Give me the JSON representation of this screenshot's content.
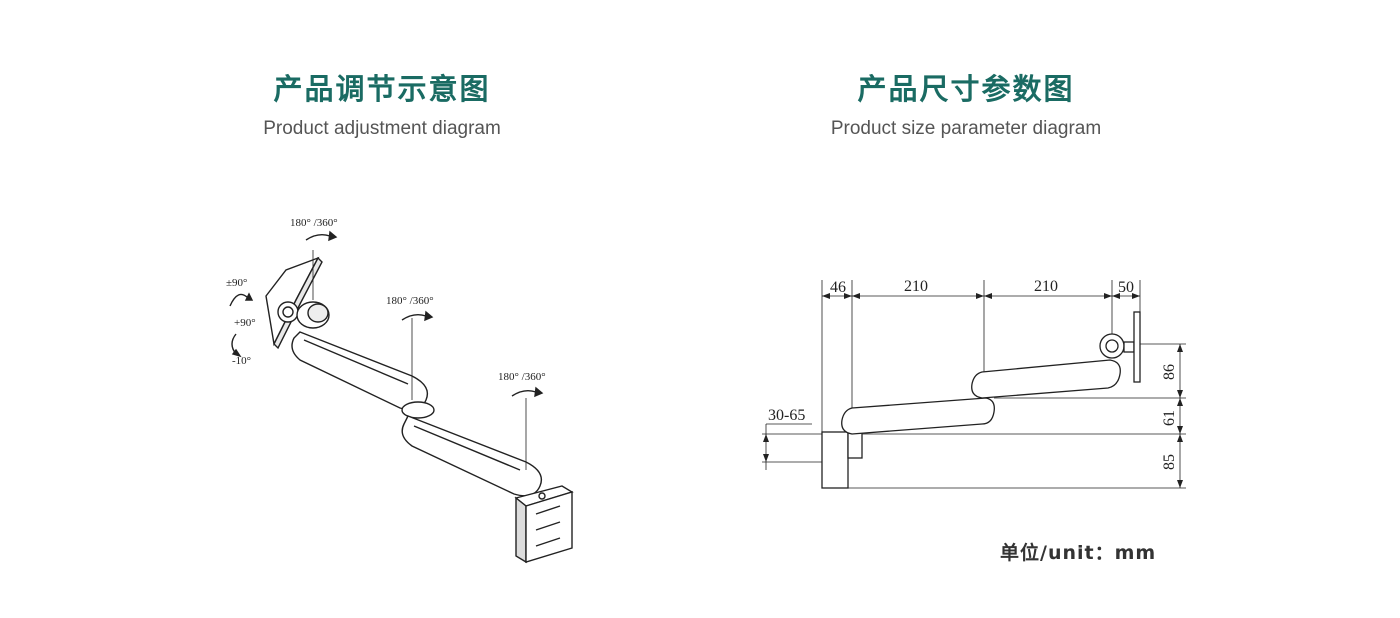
{
  "left_panel": {
    "title": "产品调节示意图",
    "subtitle": "Product adjustment diagram",
    "annotations": {
      "head_rotation": "180° /360°",
      "tilt": "±90°",
      "tilt_up": "+90°",
      "tilt_down": "-10°",
      "mid_joint_rotation": "180° /360°",
      "base_joint_rotation": "180° /360°"
    }
  },
  "right_panel": {
    "title": "产品尺寸参数图",
    "subtitle": "Product size parameter diagram",
    "dimensions": {
      "horizontal": [
        "46",
        "210",
        "210",
        "50"
      ],
      "vertical": [
        "86",
        "61",
        "85"
      ],
      "clamp_range": "30-65"
    },
    "unit_label": "单位/unit：mm"
  },
  "colors": {
    "title": "#1a6b63",
    "subtitle": "#555555",
    "line": "#222222"
  }
}
